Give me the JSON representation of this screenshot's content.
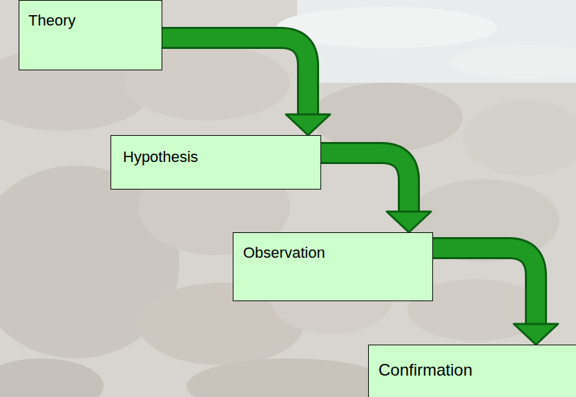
{
  "diagram": {
    "nodes": [
      {
        "text": [
          "Theory"
        ]
      },
      {
        "text": [
          "Hypothesis"
        ]
      },
      {
        "text": [
          "Observation"
        ]
      },
      {
        "text": [
          "Confirmation"
        ]
      }
    ],
    "edges": [
      {
        "from": 0,
        "to": 1,
        "arrow": "to"
      },
      {
        "from": 1,
        "to": 2,
        "arrow": "to"
      },
      {
        "from": 2,
        "to": 3,
        "arrow": "to"
      }
    ]
  }
}
